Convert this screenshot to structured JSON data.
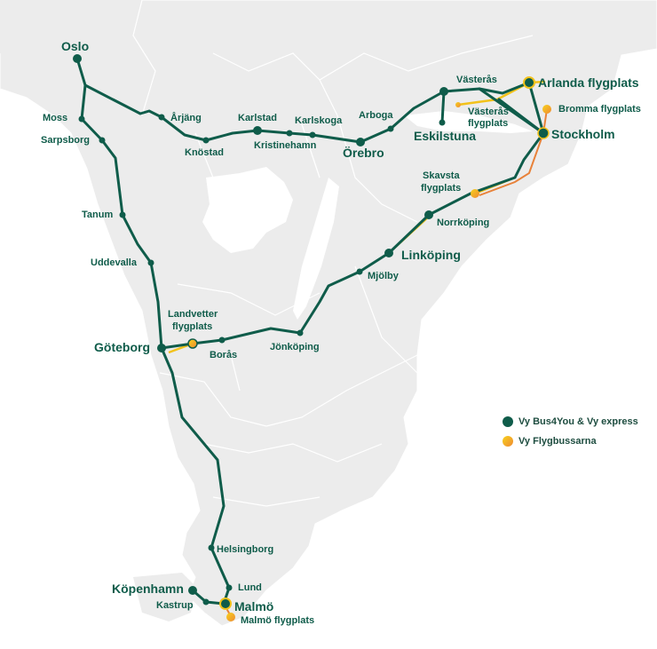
{
  "map": {
    "cities": {
      "oslo": "Oslo",
      "moss": "Moss",
      "sarpsborg": "Sarpsborg",
      "tanum": "Tanum",
      "uddevalla": "Uddevalla",
      "goteborg": "Göteborg",
      "landvetter": "Landvetter flygplats",
      "boras": "Borås",
      "jonkoping": "Jönköping",
      "mjolby": "Mjölby",
      "linkoping": "Linköping",
      "norrkoping": "Norrköping",
      "skavsta": "Skavsta flygplats",
      "stockholm": "Stockholm",
      "bromma": "Bromma flygplats",
      "arlanda": "Arlanda flygplats",
      "vasteras": "Västerås",
      "vasteras_flyg": "Västerås flygplats",
      "eskilstuna": "Eskilstuna",
      "arboga": "Arboga",
      "orebro": "Örebro",
      "karlskoga": "Karlskoga",
      "kristinehamn": "Kristinehamn",
      "karlstad": "Karlstad",
      "knostad": "Knöstad",
      "arjang": "Årjäng",
      "helsingborg": "Helsingborg",
      "lund": "Lund",
      "malmo": "Malmö",
      "malmo_flyg": "Malmö flygplats",
      "kopenhamn": "Köpenhamn",
      "kastrup": "Kastrup"
    },
    "colors": {
      "route_green": "#0f5c4a",
      "route_yellow": "#f2c21b",
      "route_orange": "#e8823a",
      "land": "#ececec",
      "border": "#ffffff",
      "water": "#ffffff"
    }
  },
  "legend": {
    "bus4you": "Vy Bus4You & Vy express",
    "flygbussarna": "Vy Flygbussarna"
  }
}
